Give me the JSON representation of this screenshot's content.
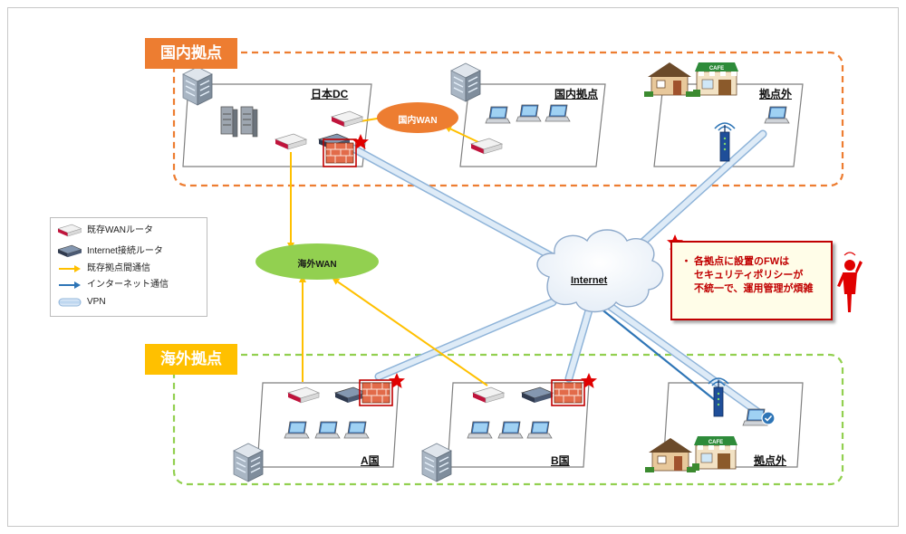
{
  "regions": {
    "domestic": {
      "label": "国内拠点",
      "color": "#ED7D31"
    },
    "overseas": {
      "label": "海外拠点",
      "color": "#FFC000"
    }
  },
  "sites": {
    "japan_dc": "日本DC",
    "domestic_site": "国内拠点",
    "domestic_off_site": "拠点外",
    "country_a": "A国",
    "country_b": "B国",
    "overseas_off_site": "拠点外"
  },
  "wan": {
    "domestic_wan": "国内WAN",
    "overseas_wan": "海外WAN"
  },
  "internet": {
    "label": "Internet"
  },
  "legend": {
    "items": [
      {
        "label": "既存WANルータ",
        "icon": "wan-router-icon"
      },
      {
        "label": "Internet接続ルータ",
        "icon": "internet-router-icon"
      },
      {
        "label": "既存拠点間通信",
        "icon": "orange-arrow-icon"
      },
      {
        "label": "インターネット通信",
        "icon": "blue-arrow-icon"
      },
      {
        "label": "VPN",
        "icon": "vpn-pipe-icon"
      }
    ]
  },
  "note": {
    "lines": [
      "各拠点に設置のFWは",
      "セキュリティポリシーが",
      "不統一で、運用管理が煩雑"
    ],
    "bullet": "・"
  },
  "cafe_sign": "CAFE",
  "colors": {
    "orange_wan": "#ED7D31",
    "green_wan": "#92D050",
    "existing_link": "#FFC000",
    "internet_link": "#2E75B6",
    "vpn": "#BDD7EE",
    "firewall": "#E26B4A",
    "highlight_red": "#E00000"
  }
}
